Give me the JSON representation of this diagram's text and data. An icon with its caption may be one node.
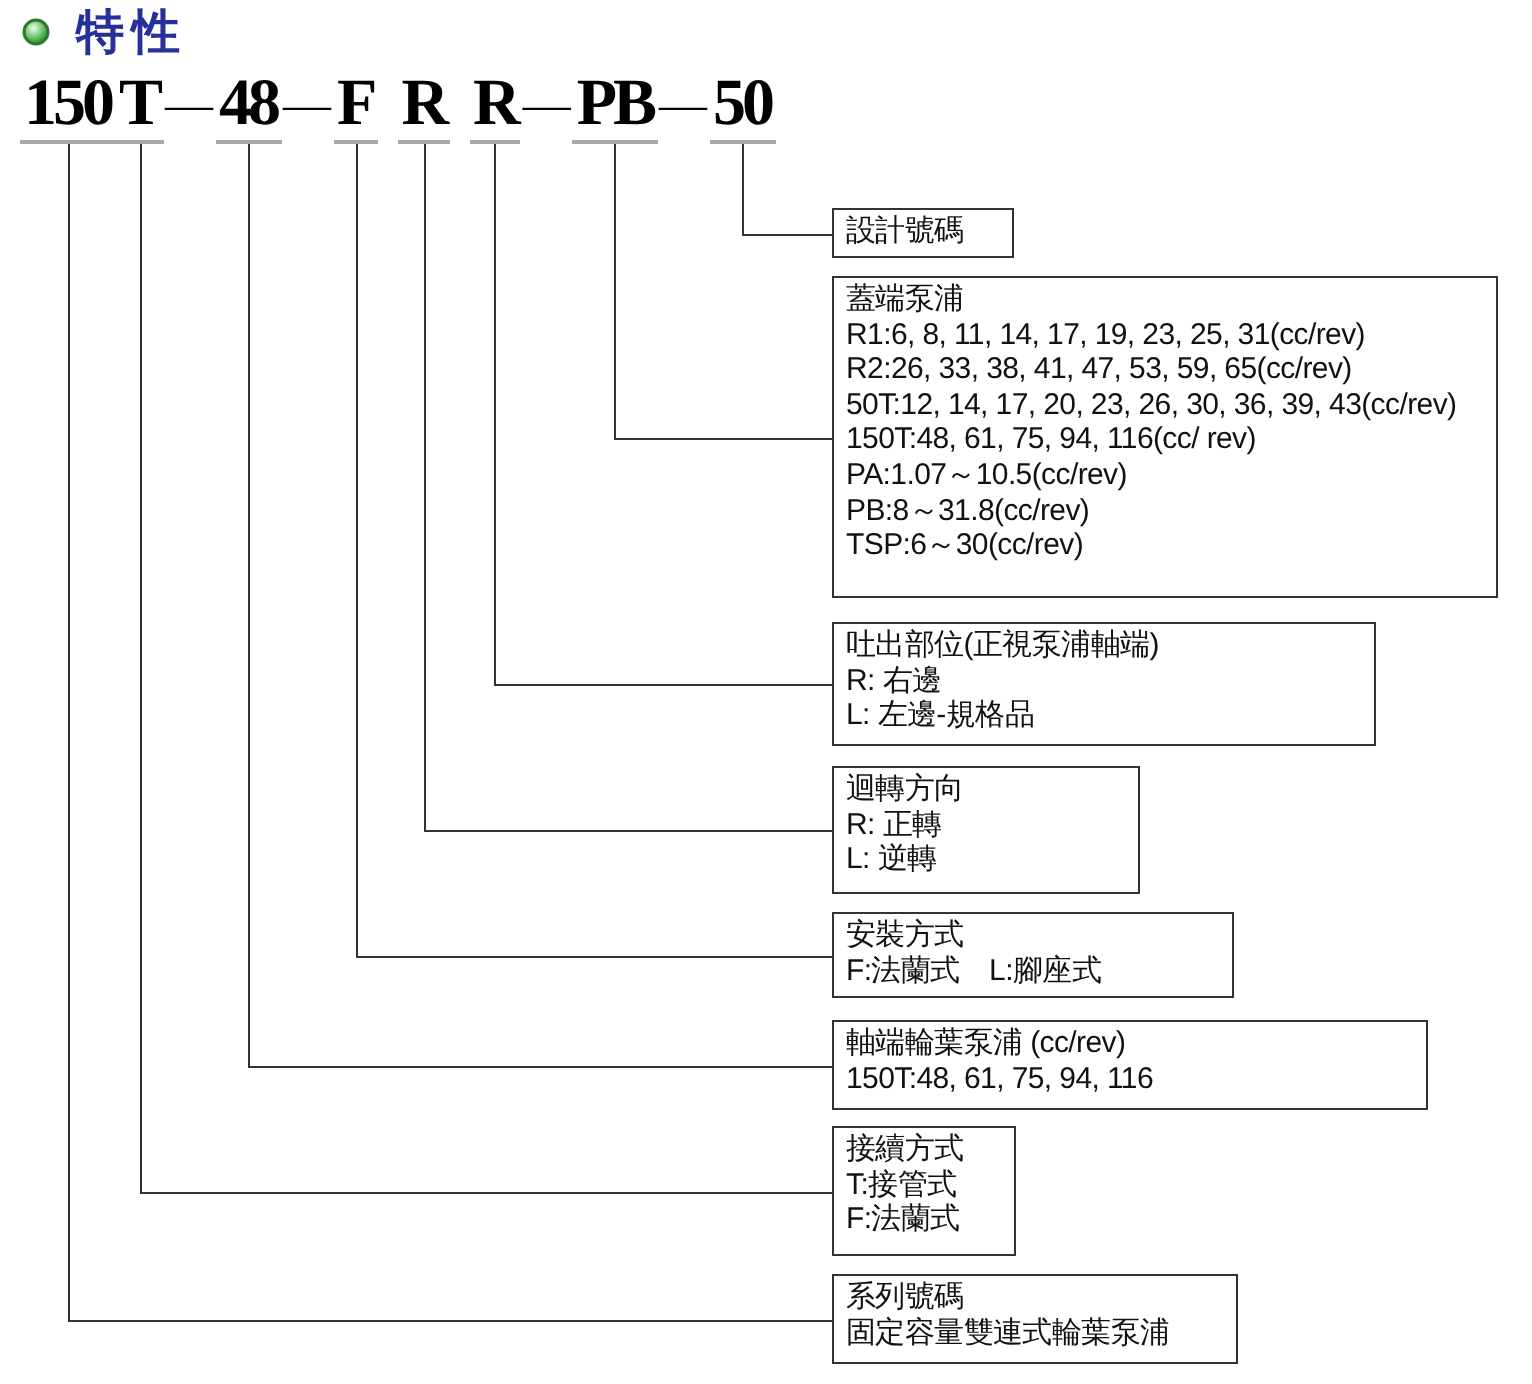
{
  "diagram": {
    "title": "特性",
    "nodes": [
      {
        "text": [
          "150"
        ]
      },
      {
        "text": [
          "T"
        ]
      },
      {
        "text": [
          "48"
        ]
      },
      {
        "text": [
          "F"
        ]
      },
      {
        "text": [
          "R"
        ]
      },
      {
        "text": [
          "R"
        ]
      },
      {
        "text": [
          "PB"
        ]
      },
      {
        "text": [
          "50"
        ]
      },
      {
        "text": [
          "設計號碼"
        ]
      },
      {
        "text": [
          "蓋端泵浦",
          "R1:6, 8, 11, 14, 17, 19, 23, 25, 31(cc/rev)",
          "R2:26, 33, 38, 41, 47, 53, 59, 65(cc/rev)",
          "50T:12, 14, 17, 20, 23, 26, 30, 36, 39, 43(cc/rev)",
          "150T:48, 61, 75, 94, 116(cc/ rev)",
          "PA:1.07～10.5(cc/rev)",
          "PB:8～31.8(cc/rev)",
          "TSP:6～30(cc/rev)"
        ]
      },
      {
        "text": [
          "吐出部位(正視泵浦軸端)",
          "R: 右邊",
          "L: 左邊-規格品"
        ]
      },
      {
        "text": [
          "迴轉方向",
          "R: 正轉",
          "L: 逆轉"
        ]
      },
      {
        "text": [
          "安裝方式",
          "F:法蘭式　L:腳座式"
        ]
      },
      {
        "text": [
          "軸端輪葉泵浦 (cc/rev)",
          "150T:48, 61, 75, 94, 116"
        ]
      },
      {
        "text": [
          "接續方式",
          "T:接管式",
          "F:法蘭式"
        ]
      },
      {
        "text": [
          "系列號碼",
          "固定容量雙連式輪葉泵浦"
        ]
      }
    ],
    "edges": [
      {
        "from": 7,
        "to": 8,
        "arrow": "none"
      },
      {
        "from": 6,
        "to": 9,
        "arrow": "none"
      },
      {
        "from": 5,
        "to": 10,
        "arrow": "none"
      },
      {
        "from": 4,
        "to": 11,
        "arrow": "none"
      },
      {
        "from": 3,
        "to": 12,
        "arrow": "none"
      },
      {
        "from": 2,
        "to": 13,
        "arrow": "none"
      },
      {
        "from": 1,
        "to": 14,
        "arrow": "none"
      },
      {
        "from": 0,
        "to": 15,
        "arrow": "none"
      }
    ],
    "labels": [
      "—",
      "—",
      "—",
      "—"
    ]
  }
}
